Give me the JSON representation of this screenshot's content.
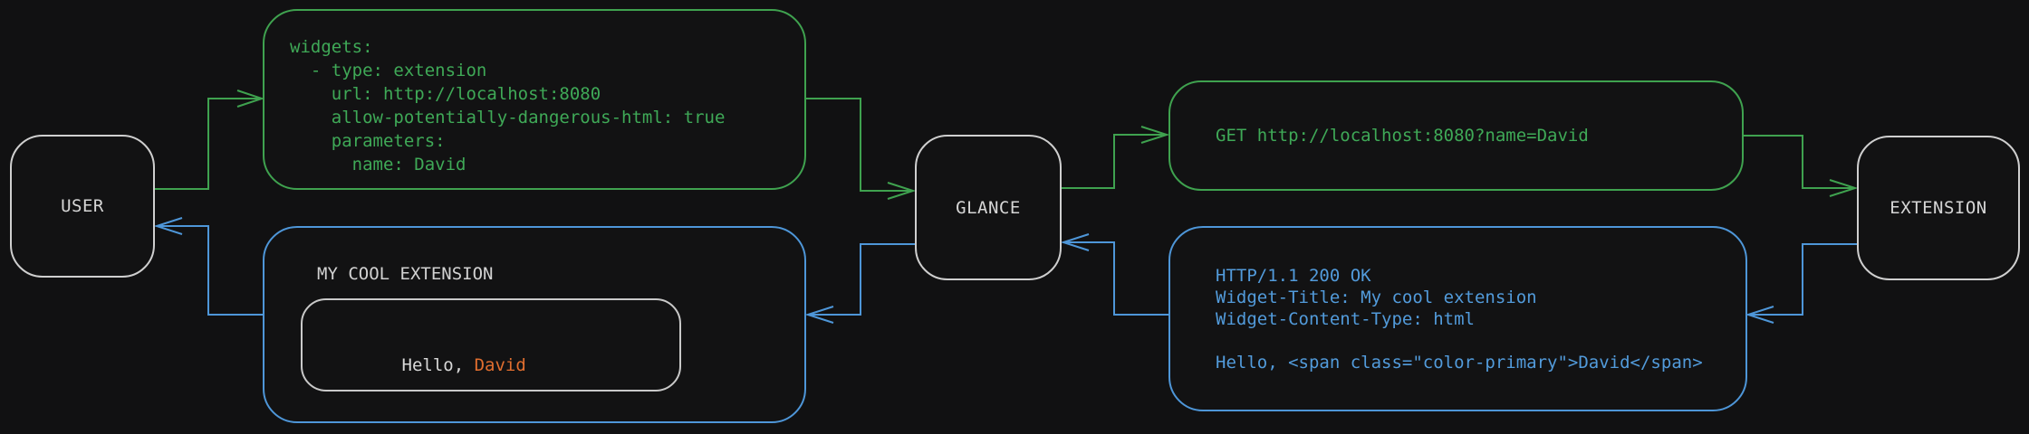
{
  "diagram": {
    "nodes": [
      {
        "id": "user",
        "label": "USER"
      },
      {
        "id": "glance",
        "label": "GLANCE"
      },
      {
        "id": "extension",
        "label": "EXTENSION"
      }
    ],
    "config_box": {
      "code": "widgets:\n  - type: extension\n    url: http://localhost:8080\n    allow-potentially-dangerous-html: true\n    parameters:\n      name: David"
    },
    "request_box": {
      "text": "GET http://localhost:8080?name=David"
    },
    "response_box": {
      "code": "HTTP/1.1 200 OK\nWidget-Title: My cool extension\nWidget-Content-Type: html\n\nHello, <span class=\"color-primary\">David</span>"
    },
    "widget_box": {
      "title": "MY COOL EXTENSION",
      "greeting_prefix": "Hello, ",
      "greeting_name": "David"
    },
    "colors": {
      "green": "#3fa24f",
      "blue": "#4e96d8",
      "orange": "#e06e2f",
      "node_border": "#cfcfcf",
      "background": "#111112"
    }
  }
}
